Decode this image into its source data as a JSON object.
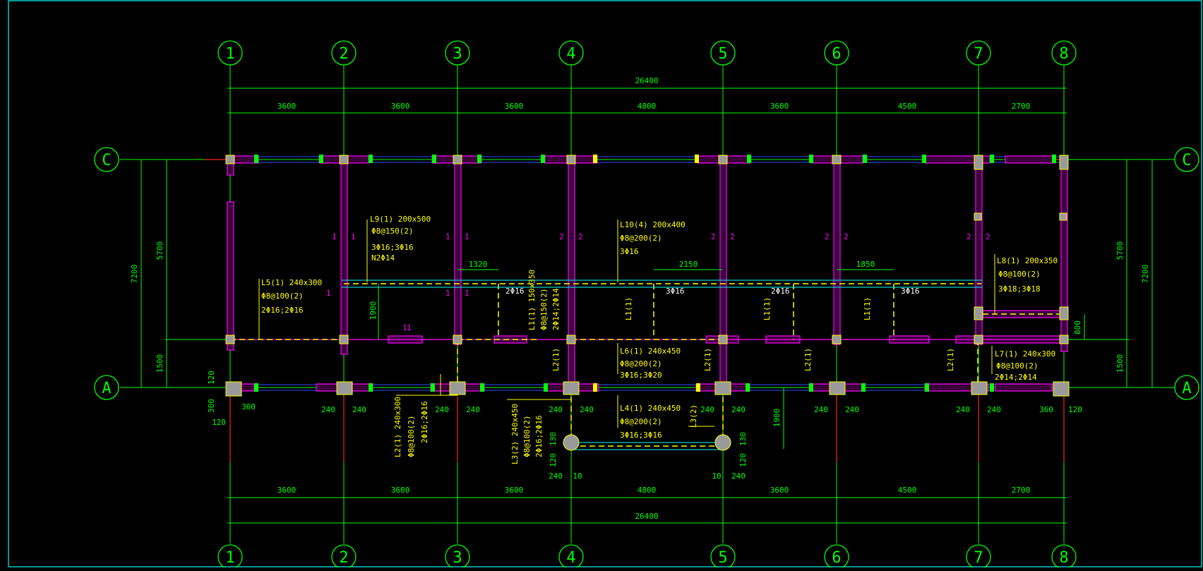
{
  "axes": {
    "columns": [
      "1",
      "2",
      "3",
      "4",
      "5",
      "6",
      "7",
      "8"
    ],
    "rows": [
      "C",
      "A"
    ]
  },
  "dimensions": {
    "total": "26400",
    "spans": [
      "3600",
      "3600",
      "3600",
      "4800",
      "3600",
      "4500",
      "2700"
    ],
    "left": {
      "total": "7200",
      "upper": "5700",
      "lower": "1500",
      "cant_120": "120",
      "cant_300": "300",
      "cant_120b": "120",
      "w360": "360"
    },
    "right": {
      "total": "7200",
      "upper": "5700",
      "lower": "1500",
      "w360": "360",
      "w120": "120"
    },
    "inner": {
      "d1320": "1320",
      "d2150": "2150",
      "d1850": "1850",
      "d1900v": "1900",
      "d800": "800",
      "d1900c": "1900",
      "d130a": "130",
      "d130b": "130",
      "d120a": "120",
      "d120b": "120",
      "d10a": "10",
      "d10b": "10",
      "d240": "240"
    }
  },
  "beams": {
    "L9": [
      "L9(1) 200x500",
      "Φ8@150(2)",
      "3Φ16;3Φ16",
      "N2Φ14"
    ],
    "L10": [
      "L10(4) 200x400",
      "Φ8@200(2)",
      "3Φ16"
    ],
    "L5": [
      "L5(1) 240x300",
      "Φ8@100(2)",
      "2Φ16;2Φ16"
    ],
    "L8": [
      "L8(1) 200x350",
      "Φ8@100(2)",
      "3Φ18;3Φ18"
    ],
    "L6": [
      "L6(1) 240x450",
      "Φ8@200(2)",
      "3Φ16;3Φ20"
    ],
    "L7": [
      "L7(1) 240x300",
      "Φ8@100(2)",
      "2Φ14;2Φ14"
    ],
    "L4": [
      "L4(1) 240x450",
      "Φ8@200(2)",
      "3Φ16;3Φ16"
    ],
    "L11": [
      "L1(1) 150x350",
      "Φ8@150(2)",
      "2Φ14;2Φ14"
    ],
    "L2": [
      "L2(1) 240x300",
      "Φ8@100(2)",
      "2Φ16;2Φ16"
    ],
    "L3": [
      "L3(2) 240x450",
      "Φ8@100(2)",
      "2Φ16;2Φ16"
    ],
    "small": {
      "l1a": "L1(1)",
      "l1b": "L1(1)",
      "l1c": "L1(1)",
      "l2a": "L2(1)",
      "l2b": "L2(1)",
      "l2c": "L2(1)",
      "l2d": "L2(1)",
      "l3": "L3(2)"
    },
    "rebar": {
      "r1": "2Φ16",
      "r2": "3Φ16",
      "r3": "2Φ16",
      "r4": "3Φ16"
    }
  },
  "sections": {
    "s1": "1",
    "s2": "2"
  }
}
